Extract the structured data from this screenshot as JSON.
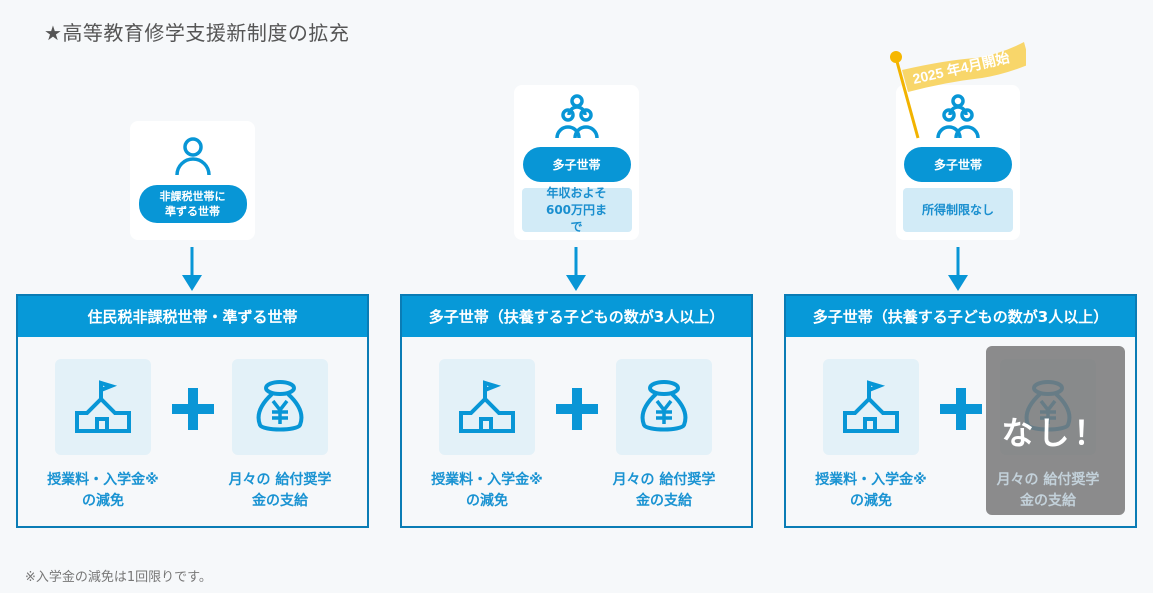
{
  "title": "★高等教育修学支援新制度の拡充",
  "columns": [
    {
      "card_pill": "非課税世帯に 準ずる世帯",
      "card_sub": "",
      "header": "住民税非課税世帯・準ずる世帯",
      "item1": "授業料・入学金※ の減免",
      "item2": "月々の 給付奨学金の支給",
      "icon": "person-icon"
    },
    {
      "card_pill": "多子世帯",
      "card_sub": "年収およそ 600万円まで",
      "header": "多子世帯（扶養する子どもの数が3人以上）",
      "item1": "授業料・入学金※ の減免",
      "item2": "月々の 給付奨学金の支給",
      "icon": "family-icon"
    },
    {
      "card_pill": "多子世帯",
      "card_sub": "所得制限なし",
      "header": "多子世帯（扶養する子どもの数が3人以上）",
      "item1": "授業料・入学金※ の減免",
      "item2": "月々の 給付奨学金の支給",
      "icon": "family-icon",
      "overlay": "なし！",
      "flag": "2025 年4月開始"
    }
  ],
  "footnote": "※入学金の減免は1回限りです。",
  "colors": {
    "accent": "#0799d8",
    "flag": "#f8d66a"
  }
}
